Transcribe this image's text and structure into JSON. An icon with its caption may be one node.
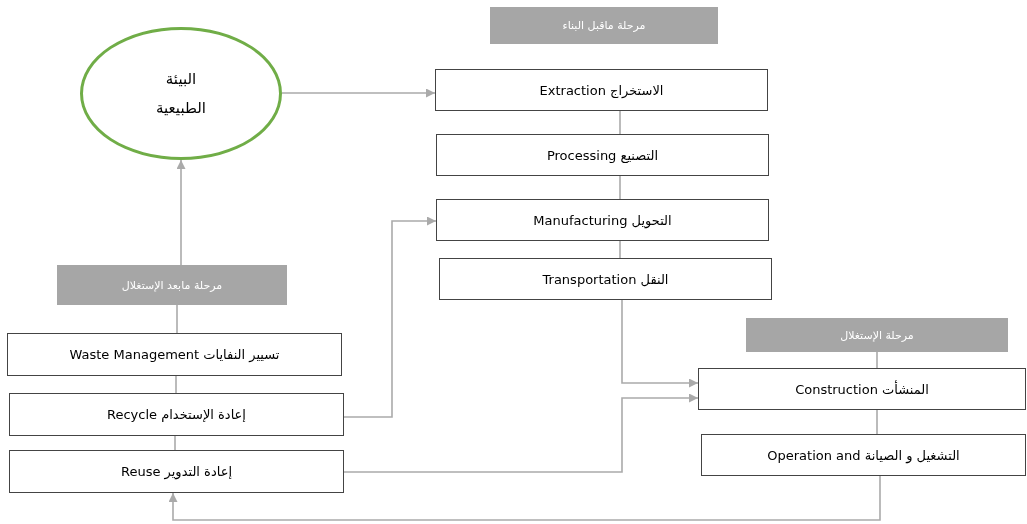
{
  "diagram": {
    "nodes": [
      {
        "text": [
          "البيئة الطبيعية"
        ]
      },
      {
        "text": [
          "مرحلة ماقبل البناء"
        ]
      },
      {
        "text": [
          "الاستخراج Extraction"
        ]
      },
      {
        "text": [
          "التصنيع Processing"
        ]
      },
      {
        "text": [
          "التحويل Manufacturing"
        ]
      },
      {
        "text": [
          "النقل Transportation"
        ]
      },
      {
        "text": [
          "مرحلة الإستغلال"
        ]
      },
      {
        "text": [
          "المنشأت Construction"
        ]
      },
      {
        "text": [
          "التشغيل و الصيانة Operation and"
        ]
      },
      {
        "text": [
          "مرحلة مابعد الإستغلال"
        ]
      },
      {
        "text": [
          "تسيير النفايات Waste Management"
        ]
      },
      {
        "text": [
          "إعادة الإستخدام Recycle"
        ]
      },
      {
        "text": [
          "إعادة التدوير Reuse"
        ]
      }
    ],
    "edges": [
      {
        "from": 0,
        "to": 2,
        "arrow": "to"
      },
      {
        "from": 9,
        "to": 0,
        "arrow": "to"
      },
      {
        "from": 2,
        "to": 3,
        "arrow": "none"
      },
      {
        "from": 3,
        "to": 4,
        "arrow": "none"
      },
      {
        "from": 4,
        "to": 5,
        "arrow": "none"
      },
      {
        "from": 5,
        "to": 7,
        "arrow": "to"
      },
      {
        "from": 6,
        "to": 7,
        "arrow": "none"
      },
      {
        "from": 7,
        "to": 8,
        "arrow": "none"
      },
      {
        "from": 9,
        "to": 10,
        "arrow": "none"
      },
      {
        "from": 10,
        "to": 11,
        "arrow": "none"
      },
      {
        "from": 11,
        "to": 12,
        "arrow": "none"
      },
      {
        "from": 11,
        "to": 4,
        "arrow": "to"
      },
      {
        "from": 12,
        "to": 7,
        "arrow": "to"
      },
      {
        "from": 8,
        "to": 12,
        "arrow": "to"
      }
    ]
  }
}
